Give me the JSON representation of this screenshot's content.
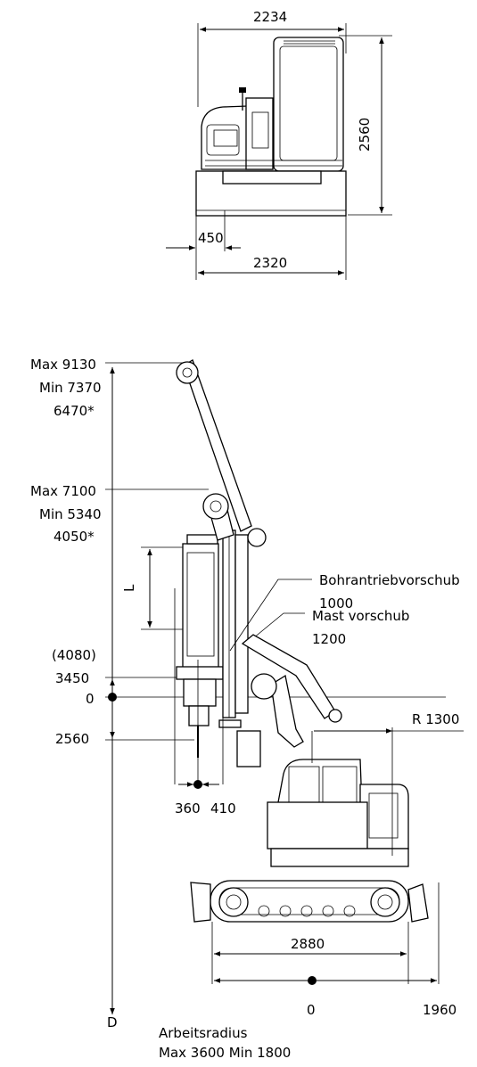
{
  "top_view": {
    "width_top": "2234",
    "height": "2560",
    "track_width": "450",
    "width_bottom": "2320"
  },
  "side_view": {
    "max_high_max": "Max  9130",
    "max_high_min": "Min 7370",
    "max_high_alt": "6470*",
    "mid_max": "Max  7100",
    "mid_min": "Min 5340",
    "mid_alt": "4050*",
    "low_alt": "(4080)",
    "low": "3450",
    "base_height": "2560",
    "zero": "0",
    "mast_length": "L",
    "offset_left": "360",
    "offset_right": "410",
    "feed_label": "Bohrantriebvorschub",
    "feed_value": "1000",
    "mast_feed_label": "Mast vorschub",
    "mast_feed_value": "1200",
    "radius": "R  1300",
    "track_length": "2880",
    "depth_label": "D",
    "bottom_zero": "0",
    "bottom_right": "1960",
    "work_radius_label": "Arbeitsradius",
    "work_radius_values": "Max 3600  Min 1800"
  }
}
